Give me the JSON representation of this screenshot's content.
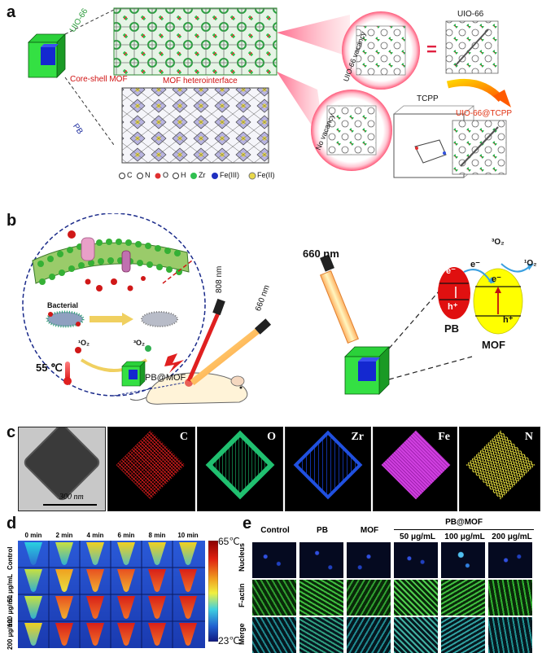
{
  "panel_a": {
    "label": "a",
    "uio66_side": "UIO-66",
    "pb_side": "PB",
    "core_shell": "Core-shell MOF",
    "heterointerface": "MOF heterointerface",
    "vacancy": "UIO-66 vacancy",
    "no_vacancy": "No vacancy",
    "equals": "=",
    "uio66": "UIO-66",
    "tcpp": "TCPP",
    "uio66_tcpp": "UIO-66@TCPP",
    "legend": [
      {
        "sym": "C",
        "text": "C"
      },
      {
        "sym": "N",
        "text": "N"
      },
      {
        "sym": "O",
        "text": "O"
      },
      {
        "sym": "H",
        "text": "H"
      },
      {
        "sym": "Zr",
        "text": "Zr"
      },
      {
        "sym": "Fe3",
        "text": "Fe(III)"
      },
      {
        "sym": "Fe2",
        "text": "Fe(II)"
      }
    ]
  },
  "panel_b": {
    "label": "b",
    "bacterial": "Bacterial",
    "singlet_o2": "¹O₂",
    "triplet_o2": "³O₂",
    "temp": "55 ℃",
    "pb_mof": "PB@MOF",
    "laser_808": "808 nm",
    "laser_660": "660 nm",
    "laser_660_right": "660 nm",
    "pb": "PB",
    "mof": "MOF",
    "e_minus": "e⁻",
    "h_plus": "h⁺",
    "o2_3": "³O₂",
    "o2_1": "¹O₂"
  },
  "panel_c": {
    "label": "c",
    "scale_bar": "300 nm",
    "elements": [
      "C",
      "O",
      "Zr",
      "Fe",
      "N"
    ],
    "colors": [
      "#e02020",
      "#20c070",
      "#2050e0",
      "#d040e0",
      "#d8d040"
    ]
  },
  "panel_d": {
    "label": "d",
    "times": [
      "0 min",
      "2 min",
      "4 min",
      "6 min",
      "8 min",
      "10 min"
    ],
    "rows": [
      "Control",
      "50 μg/mL",
      "100 μg/mL",
      "200 μg/mL"
    ],
    "temp_max": "65℃",
    "temp_min": "23℃"
  },
  "panel_e": {
    "label": "e",
    "group_label": "PB@MOF",
    "columns": [
      "Control",
      "PB",
      "MOF",
      "50 μg/mL",
      "100 μg/mL",
      "200 μg/mL"
    ],
    "rows": [
      "Nucleus",
      "F-actin",
      "Merge"
    ]
  }
}
